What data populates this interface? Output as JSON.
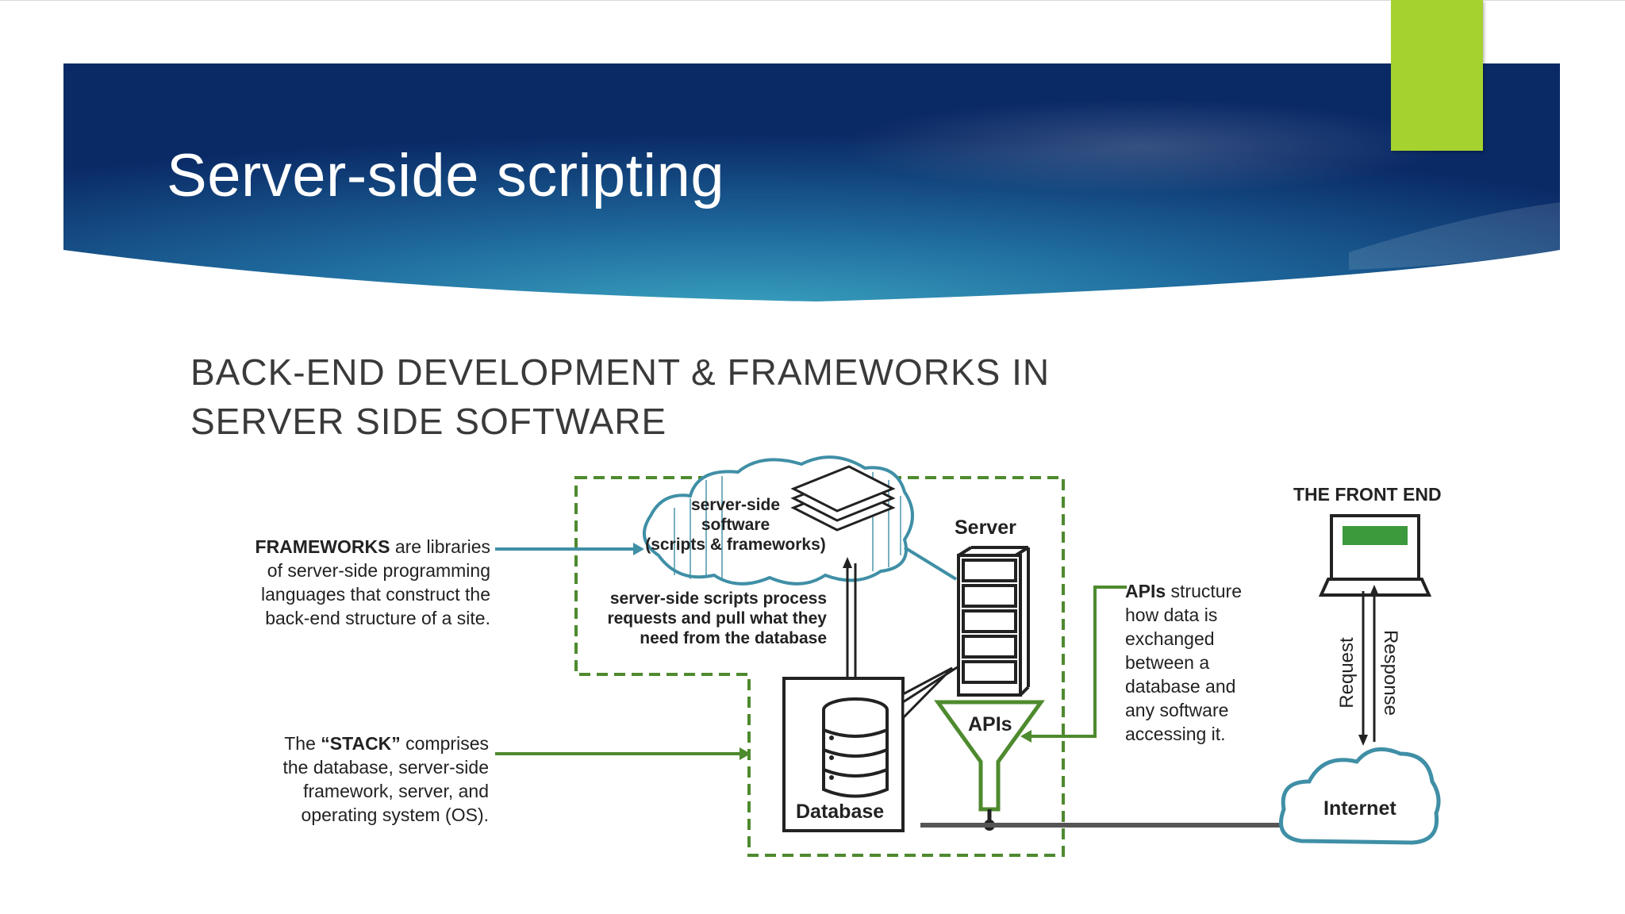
{
  "slide": {
    "title": "Server-side scripting"
  },
  "figure": {
    "heading_line1": "BACK-END DEVELOPMENT & FRAMEWORKS IN",
    "heading_line2": "SERVER SIDE SOFTWARE",
    "frameworks_note": {
      "bold": "FRAMEWORKS",
      "line1_rest": " are libraries",
      "line2": "of server-side programming",
      "line3": "languages that construct the",
      "line4": "back-end structure of a site."
    },
    "stack_note": {
      "line1_pre": "The ",
      "line1_bold": "“STACK”",
      "line1_rest": " comprises",
      "line2": "the database, server-side",
      "line3": "framework, server, and",
      "line4": "operating system (OS)."
    },
    "software_label": {
      "line1": "server-side",
      "line2": "software",
      "line3": "(scripts & frameworks)"
    },
    "scripts_note": {
      "line1": "server-side scripts process",
      "line2": "requests and pull what they",
      "line3": "need from the database"
    },
    "server_label": "Server",
    "apis_label": "APIs",
    "database_label": "Database",
    "apis_note": {
      "bold": "APIs",
      "line1_rest": " structure",
      "line2": "how data is",
      "line3": "exchanged",
      "line4": "between a",
      "line5": "database and",
      "line6": "any software",
      "line7": "accessing it."
    },
    "front_end_label": "THE FRONT END",
    "request_label": "Request",
    "response_label": "Response",
    "internet_label": "Internet"
  },
  "colors": {
    "banner_dark": "#0b2d6b",
    "banner_light": "#2f93b4",
    "accent": "#a6d22f",
    "green_line": "#4e8a2e",
    "teal_line": "#3f8fa6",
    "screen_green": "#3c9a3c"
  }
}
